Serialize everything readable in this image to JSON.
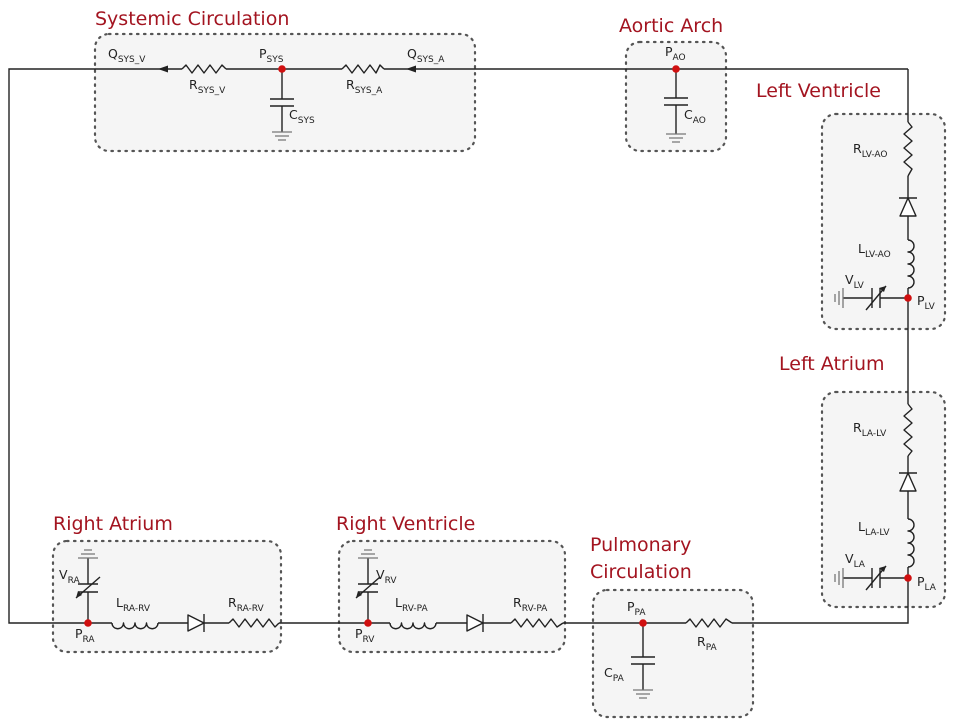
{
  "sections": {
    "systemic": "Systemic Circulation",
    "aortic": "Aortic Arch",
    "left_ventricle": "Left Ventricle",
    "left_atrium": "Left Atrium",
    "right_atrium": "Right Atrium",
    "right_ventricle": "Right Ventricle",
    "pulmonary_line1": "Pulmonary",
    "pulmonary_line2": "Circulation"
  },
  "labels": {
    "q_sys_v": {
      "main": "Q",
      "sub": "SYS_V"
    },
    "r_sys_v": {
      "main": "R",
      "sub": "SYS_V"
    },
    "p_sys": {
      "main": "P",
      "sub": "SYS"
    },
    "c_sys": {
      "main": "C",
      "sub": "SYS"
    },
    "r_sys_a": {
      "main": "R",
      "sub": "SYS_A"
    },
    "q_sys_a": {
      "main": "Q",
      "sub": "SYS_A"
    },
    "p_ao": {
      "main": "P",
      "sub": "AO"
    },
    "c_ao": {
      "main": "C",
      "sub": "AO"
    },
    "r_lv_ao": {
      "main": "R",
      "sub": "LV-AO"
    },
    "l_lv_ao": {
      "main": "L",
      "sub": "LV-AO"
    },
    "v_lv": {
      "main": "V",
      "sub": "LV"
    },
    "p_lv": {
      "main": "P",
      "sub": "LV"
    },
    "r_la_lv": {
      "main": "R",
      "sub": "LA-LV"
    },
    "l_la_lv": {
      "main": "L",
      "sub": "LA-LV"
    },
    "v_la": {
      "main": "V",
      "sub": "LA"
    },
    "p_la": {
      "main": "P",
      "sub": "LA"
    },
    "v_ra": {
      "main": "V",
      "sub": "RA"
    },
    "p_ra": {
      "main": "P",
      "sub": "RA"
    },
    "l_ra_rv": {
      "main": "L",
      "sub": "RA-RV"
    },
    "r_ra_rv": {
      "main": "R",
      "sub": "RA-RV"
    },
    "v_rv": {
      "main": "V",
      "sub": "RV"
    },
    "p_rv": {
      "main": "P",
      "sub": "RV"
    },
    "l_rv_pa": {
      "main": "L",
      "sub": "RV-PA"
    },
    "r_rv_pa": {
      "main": "R",
      "sub": "RV-PA"
    },
    "p_pa": {
      "main": "P",
      "sub": "PA"
    },
    "c_pa": {
      "main": "C",
      "sub": "PA"
    },
    "r_pa": {
      "main": "R",
      "sub": "PA"
    }
  },
  "colors": {
    "title": "#a31420",
    "node": "#d01010",
    "box_fill": "#f5f5f5",
    "box_border": "#555555",
    "wire": "#222222"
  }
}
